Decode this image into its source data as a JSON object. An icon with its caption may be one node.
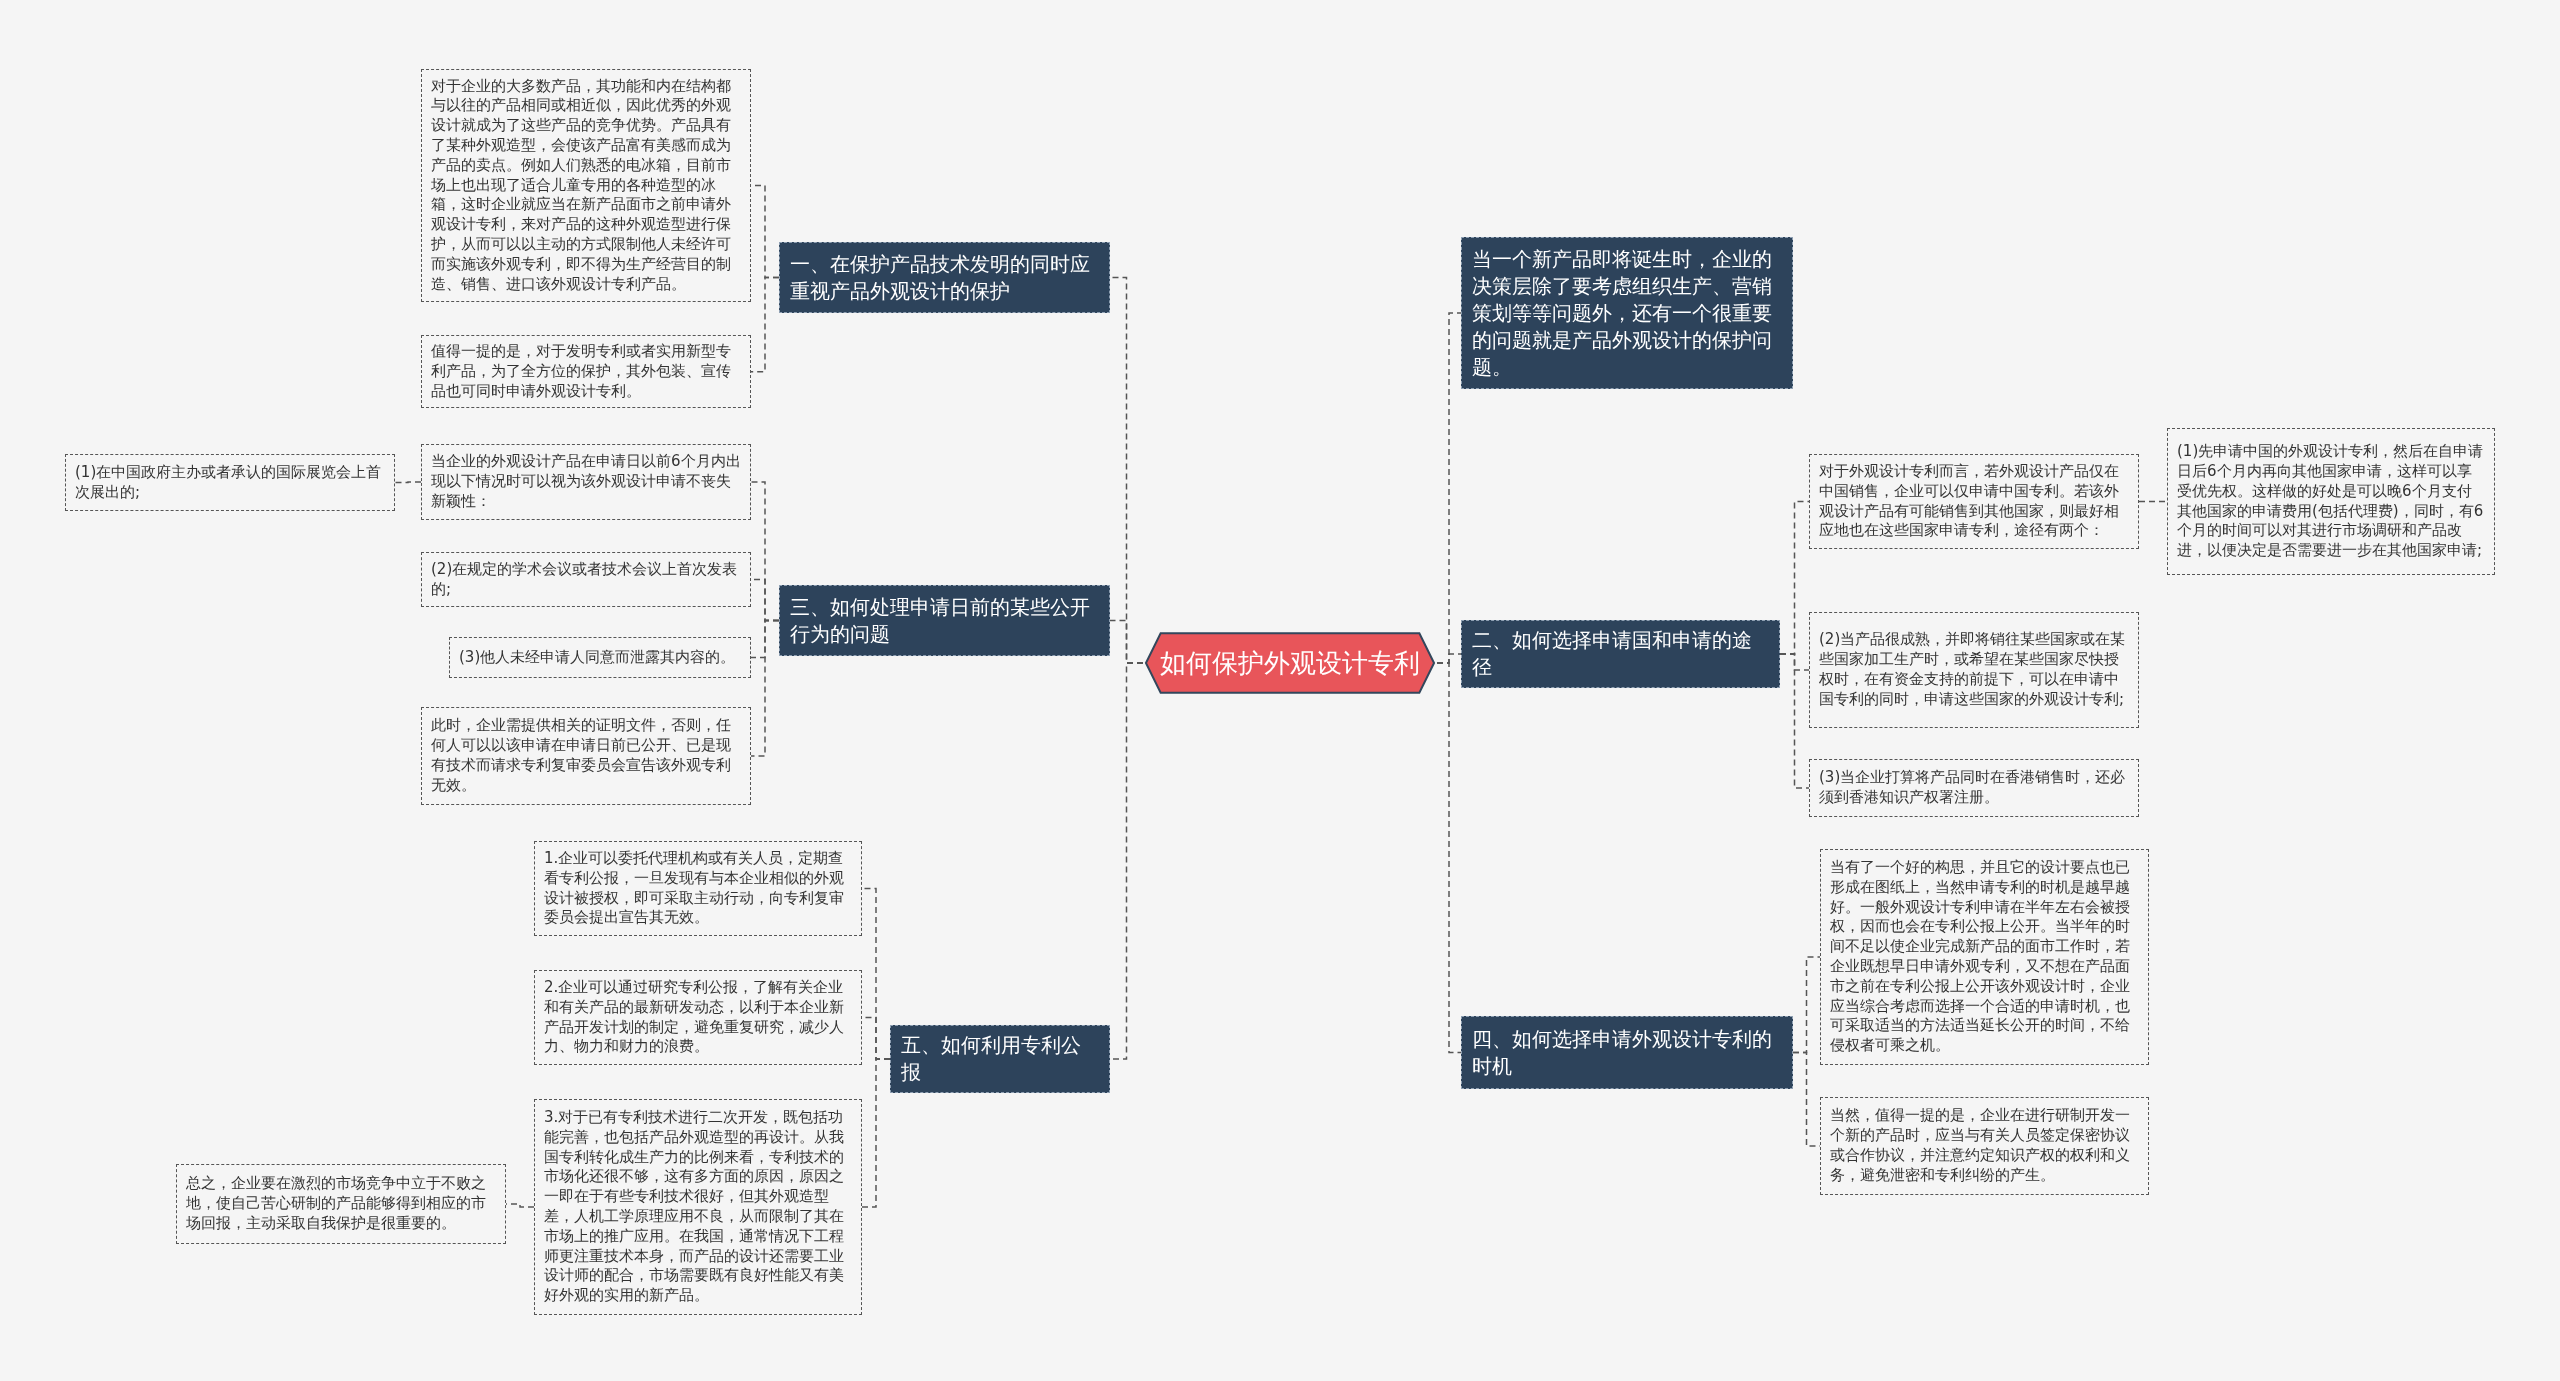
{
  "diagram": {
    "nodes": [
      {
        "text": [
          "如何保护外观设计专利"
        ]
      },
      {
        "text": [
          "一、在保护产品技术发明的同时应重视产品外观设计的保护"
        ]
      },
      {
        "text": [
          "对于企业的大多数产品，其功能和内在结构都与以往的产品相同或相近似，因此优秀的外观设计就成为了这些产品的竞争优势。产品具有了某种外观造型，会使该产品富有美感而成为产品的卖点。例如人们熟悉的电冰箱，目前市场上也出现了适合儿童专用的各种造型的冰箱，这时企业就应当在新产品面市之前申请外观设计专利，来对产品的这种外观造型进行保护，从而可以以主动的方式限制他人未经许可而实施该外观专利，即不得为生产经营目的制造、销售、进口该外观设计专利产品。"
        ]
      },
      {
        "text": [
          "值得一提的是，对于发明专利或者实用新型专利产品，为了全方位的保护，其外包装、宣传品也可同时申请外观设计专利。"
        ]
      },
      {
        "text": [
          "三、如何处理申请日前的某些公开行为的问题"
        ]
      },
      {
        "text": [
          "当企业的外观设计产品在申请日以前6个月内出现以下情况时可以视为该外观设计申请不丧失新颖性："
        ]
      },
      {
        "text": [
          "(1)在中国政府主办或者承认的国际展览会上首次展出的;"
        ]
      },
      {
        "text": [
          "(2)在规定的学术会议或者技术会议上首次发表的;"
        ]
      },
      {
        "text": [
          "(3)他人未经申请人同意而泄露其内容的。"
        ]
      },
      {
        "text": [
          "此时，企业需提供相关的证明文件，否则，任何人可以以该申请在申请日前已公开、已是现有技术而请求专利复审委员会宣告该外观专利无效。"
        ]
      },
      {
        "text": [
          "五、如何利用专利公报"
        ]
      },
      {
        "text": [
          "1.企业可以委托代理机构或有关人员，定期查看专利公报，一旦发现有与本企业相似的外观设计被授权，即可采取主动行动，向专利复审委员会提出宣告其无效。"
        ]
      },
      {
        "text": [
          "2.企业可以通过研究专利公报，了解有关企业和有关产品的最新研发动态，以利于本企业新产品开发计划的制定，避免重复研究，减少人力、物力和财力的浪费。"
        ]
      },
      {
        "text": [
          "3.对于已有专利技术进行二次开发，既包括功能完善，也包括产品外观造型的再设计。从我国专利转化成生产力的比例来看，专利技术的市场化还很不够，这有多方面的原因，原因之一即在于有些专利技术很好，但其外观造型差，人机工学原理应用不良，从而限制了其在市场上的推广应用。在我国，通常情况下工程师更注重技术本身，而产品的设计还需要工业设计师的配合，市场需要既有良好性能又有美好外观的实用的新产品。"
        ]
      },
      {
        "text": [
          "总之，企业要在激烈的市场竞争中立于不败之地，使自己苦心研制的产品能够得到相应的市场回报，主动采取自我保护是很重要的。"
        ]
      },
      {
        "text": [
          "当一个新产品即将诞生时，企业的决策层除了要考虑组织生产、营销策划等等问题外，还有一个很重要的问题就是产品外观设计的保护问题。"
        ]
      },
      {
        "text": [
          "二、如何选择申请国和申请的途径"
        ]
      },
      {
        "text": [
          "对于外观设计专利而言，若外观设计产品仅在中国销售，企业可以仅申请中国专利。若该外观设计产品有可能销售到其他国家，则最好相应地也在这些国家申请专利，途径有两个："
        ]
      },
      {
        "text": [
          "(1)先申请中国的外观设计专利，然后在自申请日后6个月内再向其他国家申请，这样可以享受优先权。这样做的好处是可以晚6个月支付其他国家的申请费用(包括代理费)，同时，有6个月的时间可以对其进行市场调研和产品改进，以便决定是否需要进一步在其他国家申请;"
        ]
      },
      {
        "text": [
          "(2)当产品很成熟，并即将销往某些国家或在某些国家加工生产时，或希望在某些国家尽快授权时，在有资金支持的前提下，可以在申请中国专利的同时，申请这些国家的外观设计专利;"
        ]
      },
      {
        "text": [
          "(3)当企业打算将产品同时在香港销售时，还必须到香港知识产权署注册。"
        ]
      },
      {
        "text": [
          "四、如何选择申请外观设计专利的时机"
        ]
      },
      {
        "text": [
          "当有了一个好的构思，并且它的设计要点也已形成在图纸上，当然申请专利的时机是越早越好。一般外观设计专利申请在半年左右会被授权，因而也会在专利公报上公开。当半年的时间不足以使企业完成新产品的面市工作时，若企业既想早日申请外观专利，又不想在产品面市之前在专利公报上公开该外观设计时，企业应当综合考虑而选择一个合适的申请时机，也可采取适当的方法适当延长公开的时间，不给侵权者可乘之机。"
        ]
      },
      {
        "text": [
          "当然，值得一提的是，企业在进行研制开发一个新的产品时，应当与有关人员签定保密协议或合作协议，并注意约定知识产权的权利和义务，避免泄密和专利纠纷的产生。"
        ]
      }
    ],
    "edges": [
      {
        "from": 0,
        "to": 1,
        "arrow": "none"
      },
      {
        "from": 0,
        "to": 4,
        "arrow": "none"
      },
      {
        "from": 0,
        "to": 10,
        "arrow": "none"
      },
      {
        "from": 0,
        "to": 15,
        "arrow": "none"
      },
      {
        "from": 0,
        "to": 16,
        "arrow": "none"
      },
      {
        "from": 0,
        "to": 21,
        "arrow": "none"
      },
      {
        "from": 1,
        "to": 2,
        "arrow": "none"
      },
      {
        "from": 1,
        "to": 3,
        "arrow": "none"
      },
      {
        "from": 4,
        "to": 5,
        "arrow": "none"
      },
      {
        "from": 4,
        "to": 7,
        "arrow": "none"
      },
      {
        "from": 4,
        "to": 8,
        "arrow": "none"
      },
      {
        "from": 4,
        "to": 9,
        "arrow": "none"
      },
      {
        "from": 5,
        "to": 6,
        "arrow": "none"
      },
      {
        "from": 10,
        "to": 11,
        "arrow": "none"
      },
      {
        "from": 10,
        "to": 12,
        "arrow": "none"
      },
      {
        "from": 10,
        "to": 13,
        "arrow": "none"
      },
      {
        "from": 13,
        "to": 14,
        "arrow": "none"
      },
      {
        "from": 16,
        "to": 17,
        "arrow": "none"
      },
      {
        "from": 16,
        "to": 19,
        "arrow": "none"
      },
      {
        "from": 16,
        "to": 20,
        "arrow": "none"
      },
      {
        "from": 17,
        "to": 18,
        "arrow": "none"
      },
      {
        "from": 21,
        "to": 22,
        "arrow": "none"
      },
      {
        "from": 21,
        "to": 23,
        "arrow": "none"
      }
    ]
  }
}
